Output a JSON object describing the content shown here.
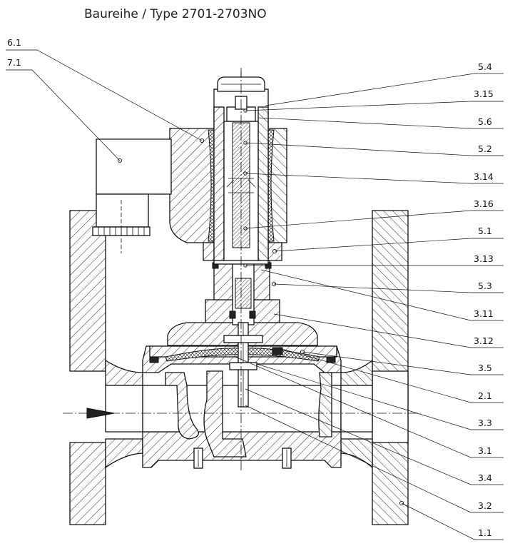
{
  "title": "Baureihe / Type 2701-2703NO",
  "labels": {
    "l61": "6.1",
    "l71": "7.1",
    "l54": "5.4",
    "l315": "3.15",
    "l56": "5.6",
    "l52": "5.2",
    "l314": "3.14",
    "l316": "3.16",
    "l51": "5.1",
    "l313": "3.13",
    "l53": "5.3",
    "l311": "3.11",
    "l312": "3.12",
    "l35": "3.5",
    "l21": "2.1",
    "l33": "3.3",
    "l31": "3.1",
    "l34": "3.4",
    "l32": "3.2",
    "l11": "1.1"
  }
}
